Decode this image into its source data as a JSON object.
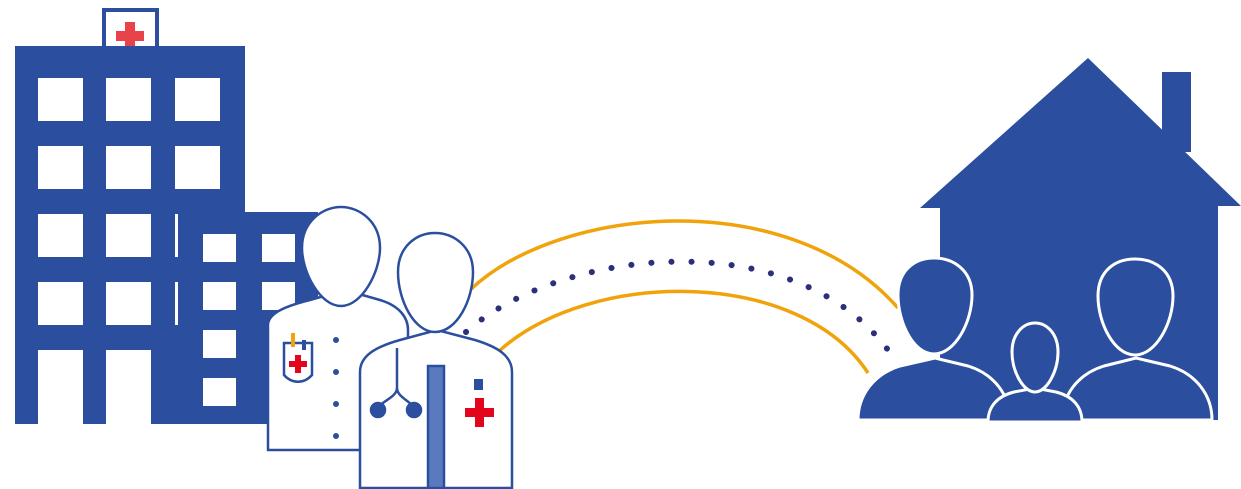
{
  "scene": {
    "figures": [
      "hospital-building",
      "doctor-left",
      "doctor-right",
      "connection-arcs",
      "house",
      "family"
    ]
  },
  "colors": {
    "primary_blue": "#2b4f9e",
    "connector_orange": "#f0a30a",
    "dot_navy": "#2d2f7a",
    "cross_red": "#e3051b",
    "cross_pink": "#e8434b",
    "white": "#ffffff"
  },
  "icons": {
    "hospital": "hospital-icon",
    "doctors": "doctor-icon",
    "house": "house-icon",
    "family": "family-icon",
    "medical_cross": "medical-cross-icon",
    "stethoscope": "stethoscope-icon"
  }
}
